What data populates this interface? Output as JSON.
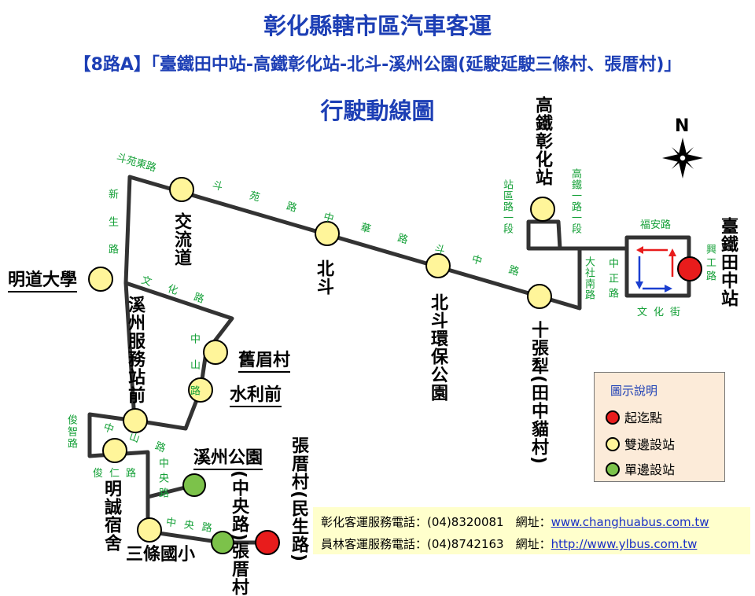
{
  "title": "彰化縣轄市區汽車客運",
  "subtitle": "【8路A】「臺鐵田中站-高鐵彰化站-北斗-溪州公園(延駛延駛三條村、張厝村)」",
  "map_title": "行駛動線圖",
  "compass": {
    "label": "N"
  },
  "colors": {
    "route": "#333333",
    "title": "#1d3fb5",
    "road_label": "#14a037",
    "terminal": "#e81c1c",
    "two_way": "#fff59a",
    "one_way": "#7cc24a",
    "loop_red": "#e81c1c",
    "loop_blue": "#1b3fd0"
  },
  "stops": {
    "tianzhong": "臺鐵田中站",
    "hsr": "高鐵彰化站",
    "shizhangli": "十張犁(田中貓村)",
    "beidou_park": "北斗環保公園",
    "beidou": "北斗",
    "jiaoliu": "交流道",
    "mingdao": "明道大學",
    "xizhou_service": "溪州服務站前",
    "jiumei": "舊眉村",
    "shuili": "水利前",
    "mingcheng": "明誠宿舍",
    "santiao": "三條國小",
    "xizhou_park": "溪州公園",
    "zhangcuo_zhongyang": "(中央路)張厝村",
    "zhangcuo_minsheng": "張厝村(民生路)"
  },
  "roads": {
    "douyuan_east": "斗苑東路",
    "douyuan_zhonghua": "斗苑路中華路斗中路",
    "xinsheng": "新生路",
    "wenhua": "文化路",
    "zhongshan_1": "中山路",
    "zhongshan_2": "中山路",
    "junzhi": "俊智路",
    "junren": "俊仁路",
    "zhongyang_1": "中央路",
    "zhongyang_2": "中央路",
    "zhanqu": "站區路一段",
    "gaotie": "高鐵一路一段",
    "dashe_south": "大社南路",
    "zhongzheng": "中正路",
    "fuan": "福安路",
    "xinggong": "興工路",
    "wenhua_st": "文化街"
  },
  "legend": {
    "title": "圖示說明",
    "items": [
      {
        "label": "起迄點",
        "type": "terminal"
      },
      {
        "label": "雙邊設站",
        "type": "two_way"
      },
      {
        "label": "單邊設站",
        "type": "one_way"
      }
    ]
  },
  "contacts": [
    {
      "label": "彰化客運服務電話：(04)8320081　網址：",
      "url": "www.changhuabus.com.tw"
    },
    {
      "label": "員林客運服務電話：(04)8742163　網址：",
      "url": "http://www.ylbus.com.tw"
    }
  ]
}
